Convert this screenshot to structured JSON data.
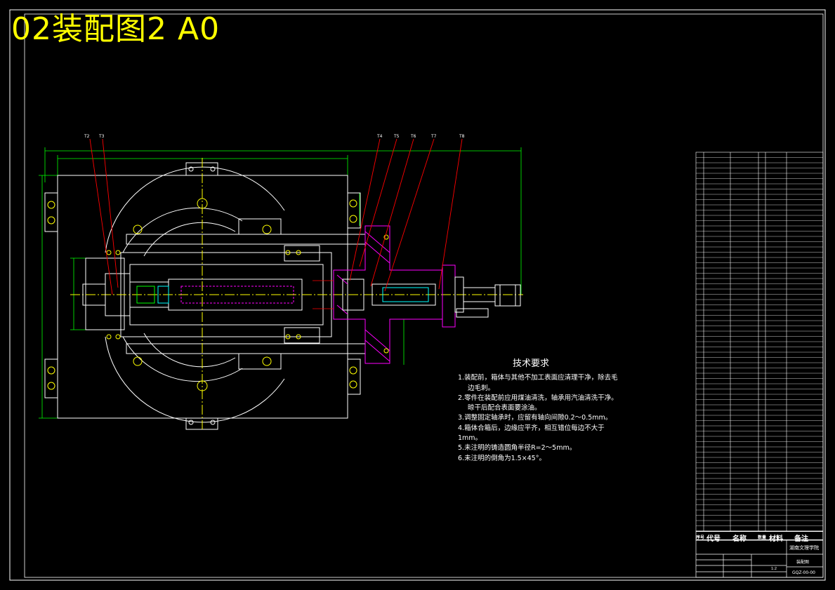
{
  "title": "02装配图2 A0",
  "callouts": [
    "T2",
    "T3",
    "T4",
    "T5",
    "T6",
    "T7",
    "T8"
  ],
  "tech_requirements": {
    "heading": "技术要求",
    "lines": [
      "1.装配前，箱体与其他不加工表面应清理干净，除去毛",
      "边毛刺。",
      "2.零件在装配前应用煤油清洗，轴承用汽油清洗干净。",
      "晾干后配合表面要涂油。",
      "3.调整固定轴承时，应留有轴向间隙0.2～0.5mm。",
      "4.箱体合箱后，边缘应平齐，相互错位每边不大于1mm。",
      "5.未注明的铸造圆角半径R=2～5mm。",
      "6.未注明的倒角为1.5×45°。"
    ]
  },
  "bom_header": [
    "序号",
    "代号",
    "名称",
    "数量",
    "材料",
    "备注"
  ],
  "title_block": {
    "school": "湖南文理学院",
    "drawing_no": "GQZ-00-00",
    "scale": "1:2",
    "drawing_name": "装配图"
  },
  "colors": {
    "frame": "#ffffff",
    "title": "#ffff00",
    "outline": "#ffffff",
    "dimension": "#00ff00",
    "centerline": "#ffff00",
    "leader": "#ff0000",
    "hatch": "#ff00ff",
    "hidden": "#ff0000"
  }
}
